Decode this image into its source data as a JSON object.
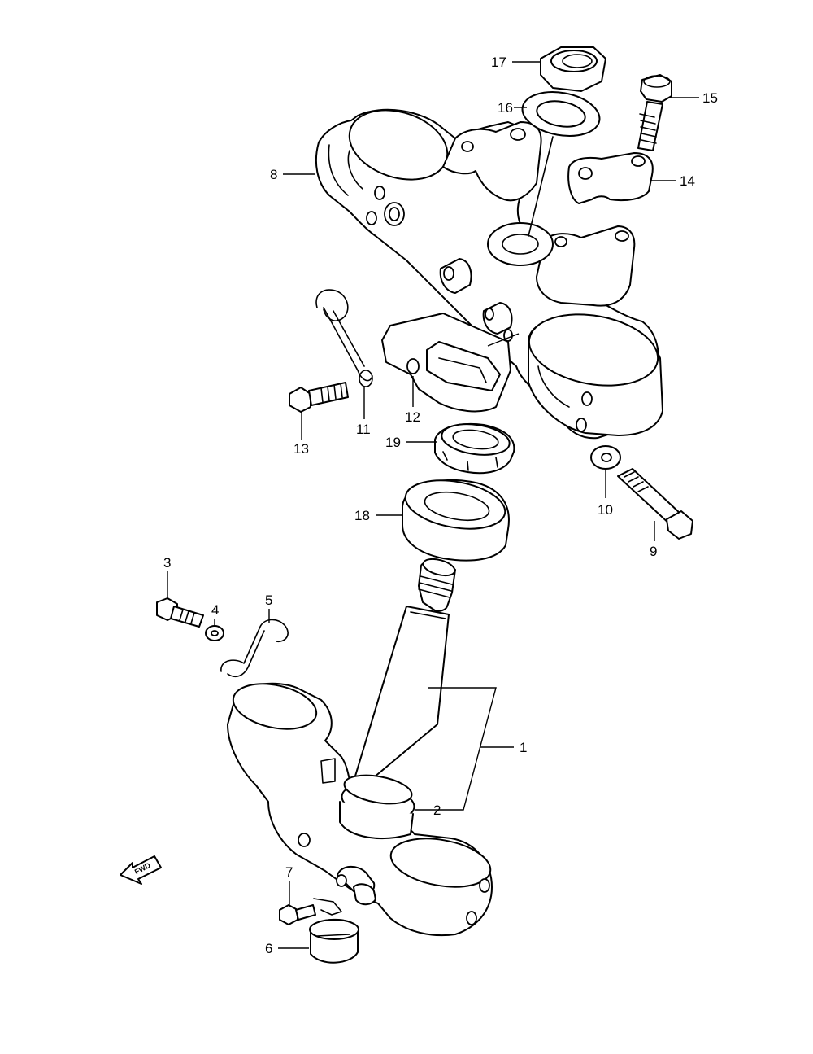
{
  "diagram": {
    "callouts": [
      {
        "id": "c1",
        "label": "1"
      },
      {
        "id": "c2",
        "label": "2"
      },
      {
        "id": "c3",
        "label": "3"
      },
      {
        "id": "c4",
        "label": "4"
      },
      {
        "id": "c5",
        "label": "5"
      },
      {
        "id": "c6",
        "label": "6"
      },
      {
        "id": "c7",
        "label": "7"
      },
      {
        "id": "c8",
        "label": "8"
      },
      {
        "id": "c9",
        "label": "9"
      },
      {
        "id": "c10",
        "label": "10"
      },
      {
        "id": "c11",
        "label": "11"
      },
      {
        "id": "c12",
        "label": "12"
      },
      {
        "id": "c13",
        "label": "13"
      },
      {
        "id": "c14",
        "label": "14"
      },
      {
        "id": "c15",
        "label": "15"
      },
      {
        "id": "c16",
        "label": "16"
      },
      {
        "id": "c17",
        "label": "17"
      },
      {
        "id": "c18",
        "label": "18"
      },
      {
        "id": "c19",
        "label": "19"
      }
    ],
    "fwd_label": "FWD",
    "colors": {
      "line": "#000000",
      "background": "#ffffff"
    }
  }
}
